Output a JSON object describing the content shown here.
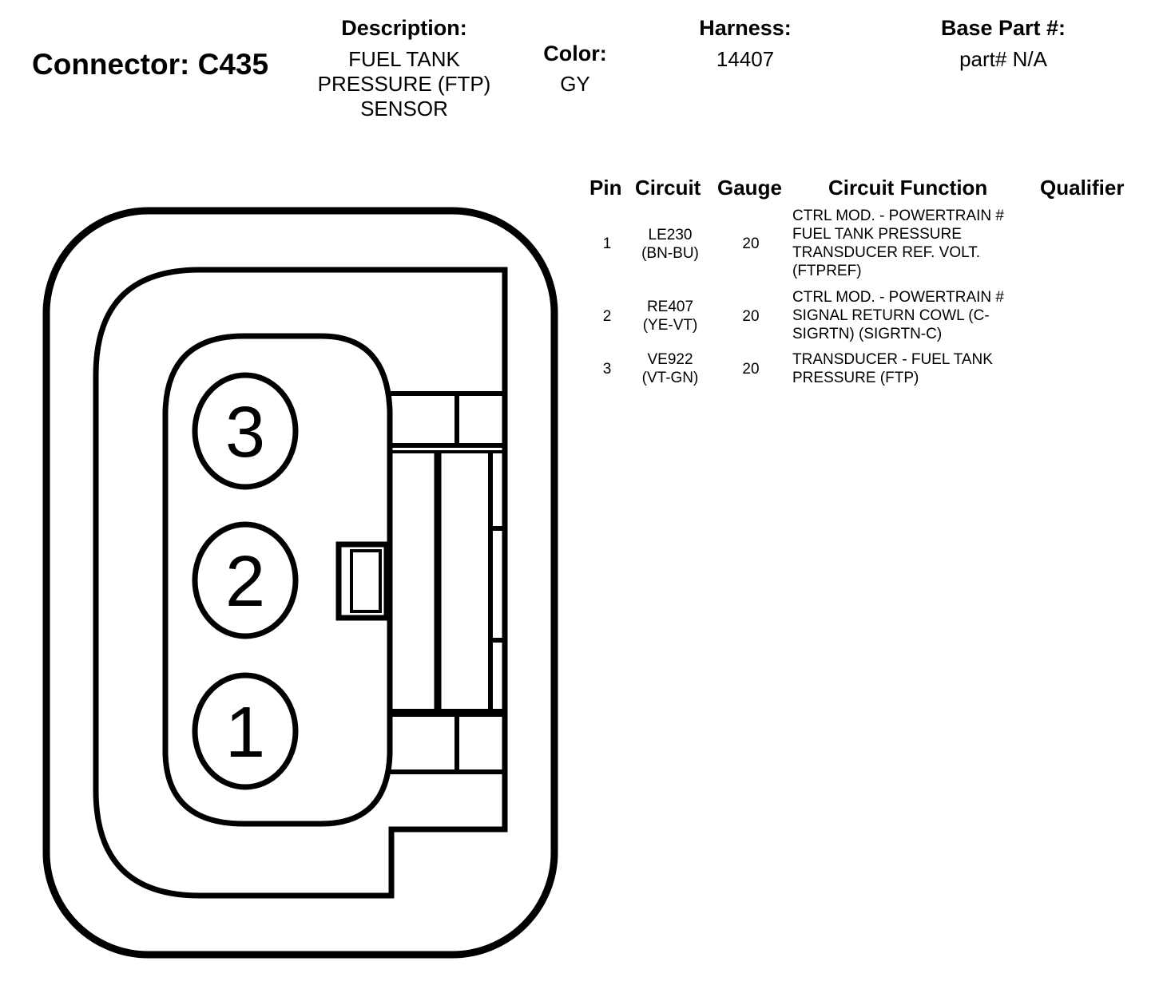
{
  "header": {
    "connector_title": "Connector: C435",
    "description_label": "Description:",
    "description_lines": [
      "FUEL TANK",
      "PRESSURE (FTP)",
      "SENSOR"
    ],
    "color_label": "Color:",
    "color_value": "GY",
    "harness_label": "Harness:",
    "harness_value": "14407",
    "base_part_label": "Base Part #:",
    "base_part_value": "part# N/A"
  },
  "table": {
    "headers": [
      "Pin",
      "Circuit",
      "Gauge",
      "Circuit Function",
      "Qualifier"
    ],
    "rows": [
      {
        "pin": "1",
        "circuit": [
          "LE230",
          "(BN-BU)"
        ],
        "gauge": "20",
        "function": [
          "CTRL MOD. - POWERTRAIN #",
          "FUEL TANK PRESSURE",
          "TRANSDUCER REF. VOLT.",
          "(FTPREF)"
        ],
        "qualifier": ""
      },
      {
        "pin": "2",
        "circuit": [
          "RE407",
          "(YE-VT)"
        ],
        "gauge": "20",
        "function": [
          "CTRL MOD. - POWERTRAIN #",
          "SIGNAL RETURN COWL (C-",
          "SIGRTN) (SIGRTN-C)"
        ],
        "qualifier": ""
      },
      {
        "pin": "3",
        "circuit": [
          "VE922",
          "(VT-GN)"
        ],
        "gauge": "20",
        "function": [
          "TRANSDUCER - FUEL TANK",
          "PRESSURE (FTP)"
        ],
        "qualifier": ""
      }
    ]
  },
  "diagram": {
    "pin_labels": [
      "3",
      "2",
      "1"
    ]
  }
}
